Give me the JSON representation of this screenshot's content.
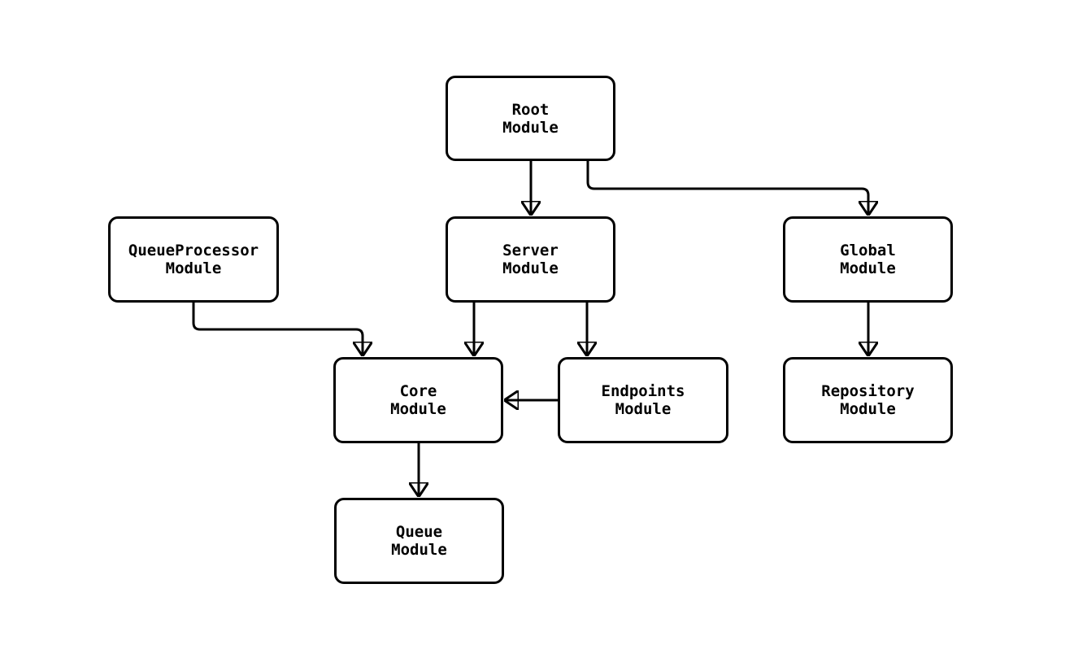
{
  "diagram": {
    "background_color": "#ffffff",
    "node_fill_color": "#ffffff",
    "node_stroke_color": "#000000",
    "edge_color": "#000000",
    "nodes": {
      "root": {
        "label": "Root\nModule"
      },
      "queue_processor": {
        "label": "QueueProcessor\nModule"
      },
      "server": {
        "label": "Server\nModule"
      },
      "global": {
        "label": "Global\nModule"
      },
      "core": {
        "label": "Core\nModule"
      },
      "endpoints": {
        "label": "Endpoints\nModule"
      },
      "repository": {
        "label": "Repository\nModule"
      },
      "queue": {
        "label": "Queue\nModule"
      }
    },
    "edges": [
      {
        "from": "Root Module",
        "to": "Server Module"
      },
      {
        "from": "Root Module",
        "to": "Global Module"
      },
      {
        "from": "QueueProcessor Module",
        "to": "Core Module"
      },
      {
        "from": "Server Module",
        "to": "Core Module"
      },
      {
        "from": "Server Module",
        "to": "Endpoints Module"
      },
      {
        "from": "Endpoints Module",
        "to": "Core Module"
      },
      {
        "from": "Global Module",
        "to": "Repository Module"
      },
      {
        "from": "Core Module",
        "to": "Queue Module"
      }
    ]
  }
}
